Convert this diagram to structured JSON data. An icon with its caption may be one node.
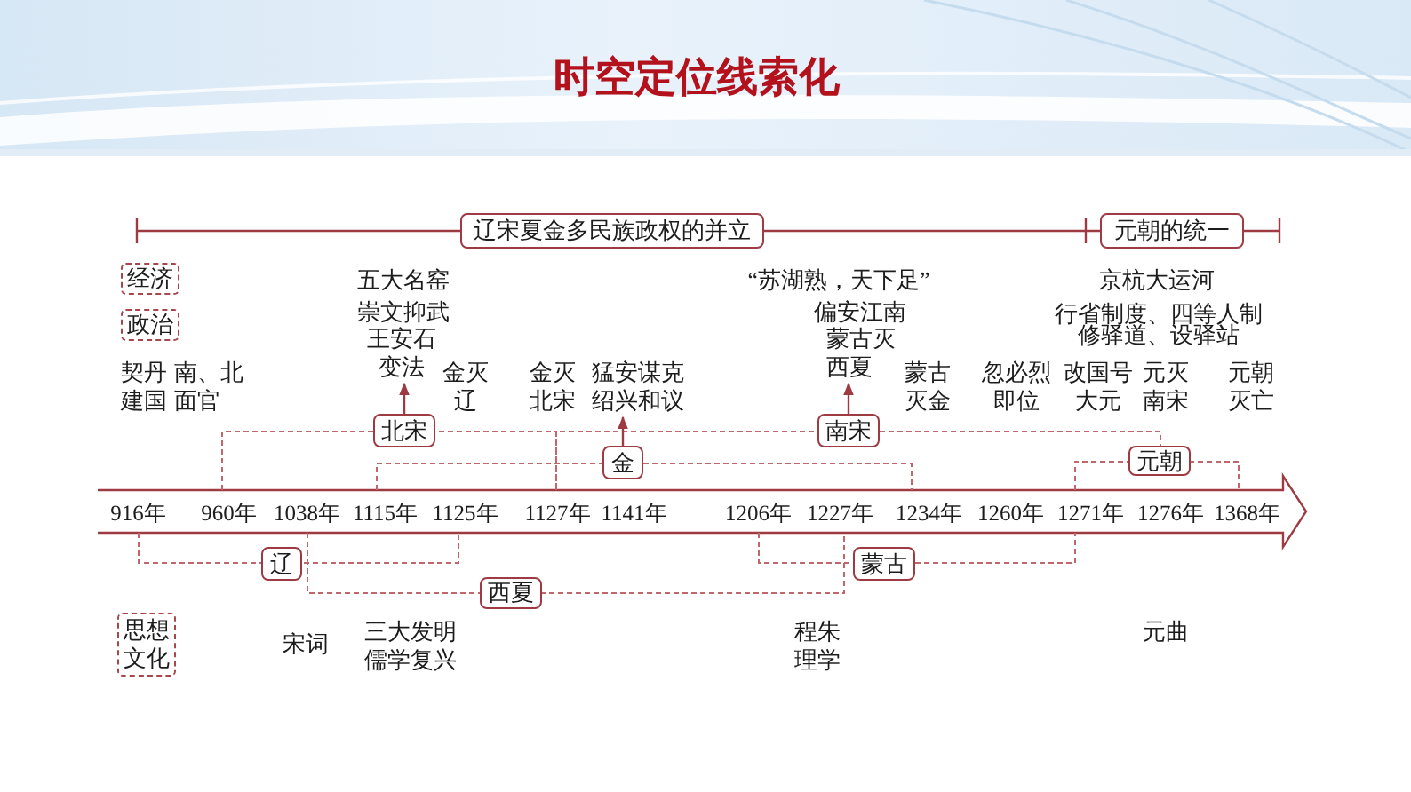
{
  "diagram": {
    "title": "时空定位线索化",
    "nodes": [
      {
        "text": [
          "辽宋夏金多民族政权的并立"
        ]
      },
      {
        "text": [
          "元朝的统一"
        ]
      },
      {
        "text": [
          "经济"
        ]
      },
      {
        "text": [
          "政治"
        ]
      },
      {
        "text": [
          "王安石变法"
        ]
      },
      {
        "text": [
          "猛安谋克",
          "绍兴和议"
        ]
      },
      {
        "text": [
          "蒙古灭西夏"
        ]
      },
      {
        "text": [
          "北宋"
        ]
      },
      {
        "text": [
          "南宋"
        ]
      },
      {
        "text": [
          "金"
        ]
      },
      {
        "text": [
          "元朝"
        ]
      },
      {
        "text": [
          "辽"
        ]
      },
      {
        "text": [
          "蒙古"
        ]
      },
      {
        "text": [
          "西夏"
        ]
      },
      {
        "text": [
          "思想文化"
        ]
      }
    ],
    "edges": [
      {
        "from": 7,
        "to": 4,
        "arrow": "to"
      },
      {
        "from": 9,
        "to": 5,
        "arrow": "to"
      },
      {
        "from": 8,
        "to": 6,
        "arrow": "to"
      }
    ],
    "labels": [
      "五大名窑",
      "“苏湖熟，天下足”",
      "京杭大运河",
      "崇文抑武",
      "偏安江南",
      "行省制度、四等人制",
      "修驿道、设驿站",
      "契丹建国",
      "南、北面官",
      "金灭辽",
      "金灭北宋",
      "蒙古灭金",
      "忽必烈即位",
      "改国号大元",
      "元灭南宋",
      "元朝灭亡",
      "916年",
      "960年",
      "1038年",
      "1115年",
      "1125年",
      "1127年",
      "1141年",
      "1206年",
      "1227年",
      "1234年",
      "1260年",
      "1271年",
      "1276年",
      "1368年",
      "宋词",
      "三大发明",
      "儒学复兴",
      "程朱理学",
      "元曲"
    ]
  }
}
